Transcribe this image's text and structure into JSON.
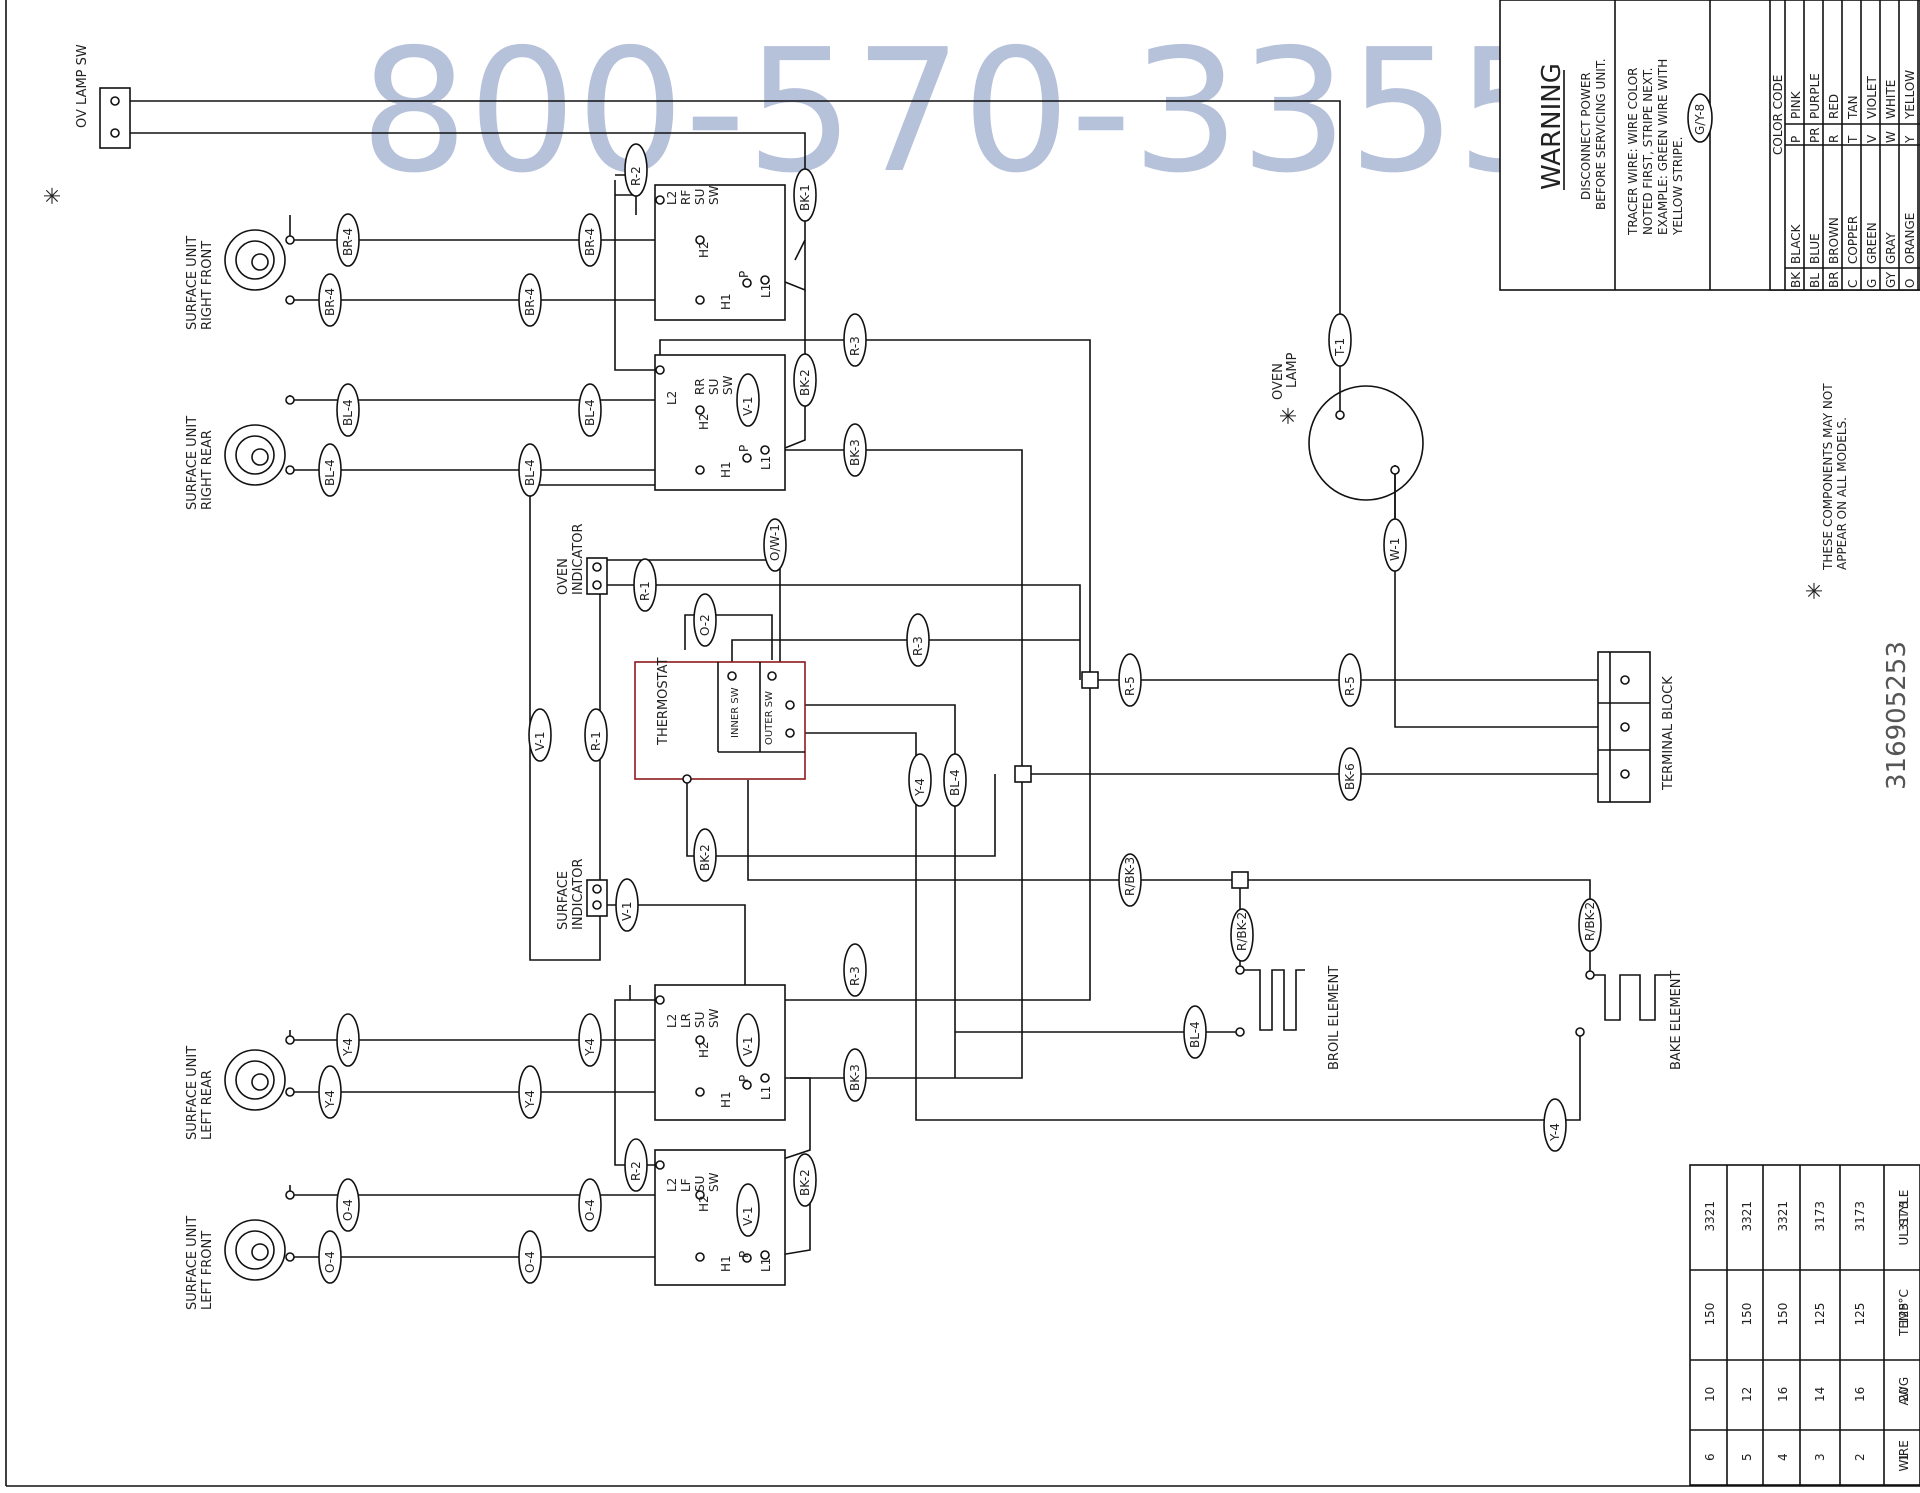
{
  "watermark": "800-570-3355",
  "part_number": "316905253",
  "components": {
    "ov_lamp_sw": "OV LAMP SW",
    "surface_unit_rf": [
      "SURFACE UNIT",
      "RIGHT FRONT"
    ],
    "surface_unit_rr": [
      "SURFACE UNIT",
      "RIGHT REAR"
    ],
    "surface_unit_lr": [
      "SURFACE UNIT",
      "LEFT REAR"
    ],
    "surface_unit_lf": [
      "SURFACE UNIT",
      "LEFT FRONT"
    ],
    "oven_indicator": [
      "OVEN",
      "INDICATOR"
    ],
    "surface_indicator": [
      "SURFACE",
      "INDICATOR"
    ],
    "thermostat": "THERMOSTAT",
    "inner_sw": "INNER SW",
    "outer_sw": "OUTER SW",
    "oven_lamp": [
      "OVEN",
      "LAMP"
    ],
    "terminal_block": "TERMINAL BLOCK",
    "broil_element": "BROIL ELEMENT",
    "bake_element": "BAKE ELEMENT",
    "rf_su_sw": [
      "RF",
      "SU",
      "SW"
    ],
    "rr_su_sw": [
      "RR",
      "SU",
      "SW"
    ],
    "lr_su_sw": [
      "LR",
      "SU",
      "SW"
    ],
    "lf_su_sw": [
      "LF",
      "SU",
      "SW"
    ],
    "term_l2": "L2",
    "term_h2": "H2",
    "term_h1": "H1",
    "term_p": "P",
    "term_l1": "L1",
    "asterisk": "✳"
  },
  "wire_labels": {
    "rf_top_a": "BR-4",
    "rf_top_b": "BR-4",
    "rf_bot_a": "BR-4",
    "rf_bot_b": "BR-4",
    "rr_top_a": "BL-4",
    "rr_top_b": "BL-4",
    "rr_bot_a": "BL-4",
    "rr_bot_b": "BL-4",
    "lr_top_a": "Y-4",
    "lr_top_b": "Y-4",
    "lr_bot_a": "Y-4",
    "lr_bot_b": "Y-4",
    "lf_top_a": "O-4",
    "lf_top_b": "O-4",
    "lf_bot_a": "O-4",
    "lf_bot_b": "O-4",
    "r2_top": "R-2",
    "bk1": "BK-1",
    "r3_top": "R-3",
    "bk2_top": "BK-2",
    "v1_rr": "V-1",
    "bk3_top": "BK-3",
    "ow1": "O/W-1",
    "r1_oi": "R-1",
    "o2": "O-2",
    "r3_mid": "R-3",
    "r5_a": "R-5",
    "r5_b": "R-5",
    "v1_left": "V-1",
    "r1_left": "R-1",
    "y4_mid": "Y-4",
    "bl4_mid": "BL-4",
    "bk6": "BK-6",
    "bk2_th": "BK-2",
    "rbk3": "R/BK-3",
    "rbk2_a": "R/BK-2",
    "rbk2_b": "R/BK-2",
    "v1_si": "V-1",
    "r3_low": "R-3",
    "v1_lr": "V-1",
    "bk3_low": "BK-3",
    "bl4_broil": "BL-4",
    "y4_bake": "Y-4",
    "r2_low": "R-2",
    "v1_lf": "V-1",
    "bk2_low": "BK-2",
    "t1": "T-1",
    "w1": "W-1"
  },
  "notice": {
    "warning_title": "WARNING",
    "warning_lines": [
      "DISCONNECT POWER",
      "BEFORE SERVICING UNIT."
    ],
    "tracer_lines": [
      "TRACER WIRE: WIRE COLOR",
      "NOTED FIRST, STRIPE NEXT.",
      "EXAMPLE: GREEN WIRE WITH",
      "YELLOW STRIPE."
    ],
    "example_code": "G/Y-8",
    "color_code_title": "COLOR CODE",
    "color_codes": [
      {
        "code": "BK",
        "name": "BLACK"
      },
      {
        "code": "BL",
        "name": "BLUE"
      },
      {
        "code": "BR",
        "name": "BROWN"
      },
      {
        "code": "C",
        "name": "COPPER"
      },
      {
        "code": "G",
        "name": "GREEN"
      },
      {
        "code": "GY",
        "name": "GRAY"
      },
      {
        "code": "O",
        "name": "ORANGE"
      },
      {
        "code": "P",
        "name": "PINK"
      },
      {
        "code": "PR",
        "name": "PURPLE"
      },
      {
        "code": "R",
        "name": "RED"
      },
      {
        "code": "T",
        "name": "TAN"
      },
      {
        "code": "V",
        "name": "VIOLET"
      },
      {
        "code": "W",
        "name": "WHITE"
      },
      {
        "code": "Y",
        "name": "YELLOW"
      }
    ],
    "models_note": [
      "THESE COMPONENTS MAY NOT",
      "APPEAR ON ALL MODELS."
    ]
  },
  "wire_table": {
    "headers": [
      "WIRE",
      "AWG",
      "TEMP°C",
      "UL STYLE"
    ],
    "rows": [
      [
        "6",
        "10",
        "150",
        "3321"
      ],
      [
        "5",
        "12",
        "150",
        "3321"
      ],
      [
        "4",
        "16",
        "150",
        "3321"
      ],
      [
        "3",
        "14",
        "125",
        "3173"
      ],
      [
        "2",
        "16",
        "125",
        "3173"
      ],
      [
        "1",
        "20",
        "125",
        "3173"
      ]
    ]
  },
  "colors": {
    "line": "#111111",
    "thermostat_border": "#8b1a1a",
    "watermark": "#aab7d4"
  }
}
